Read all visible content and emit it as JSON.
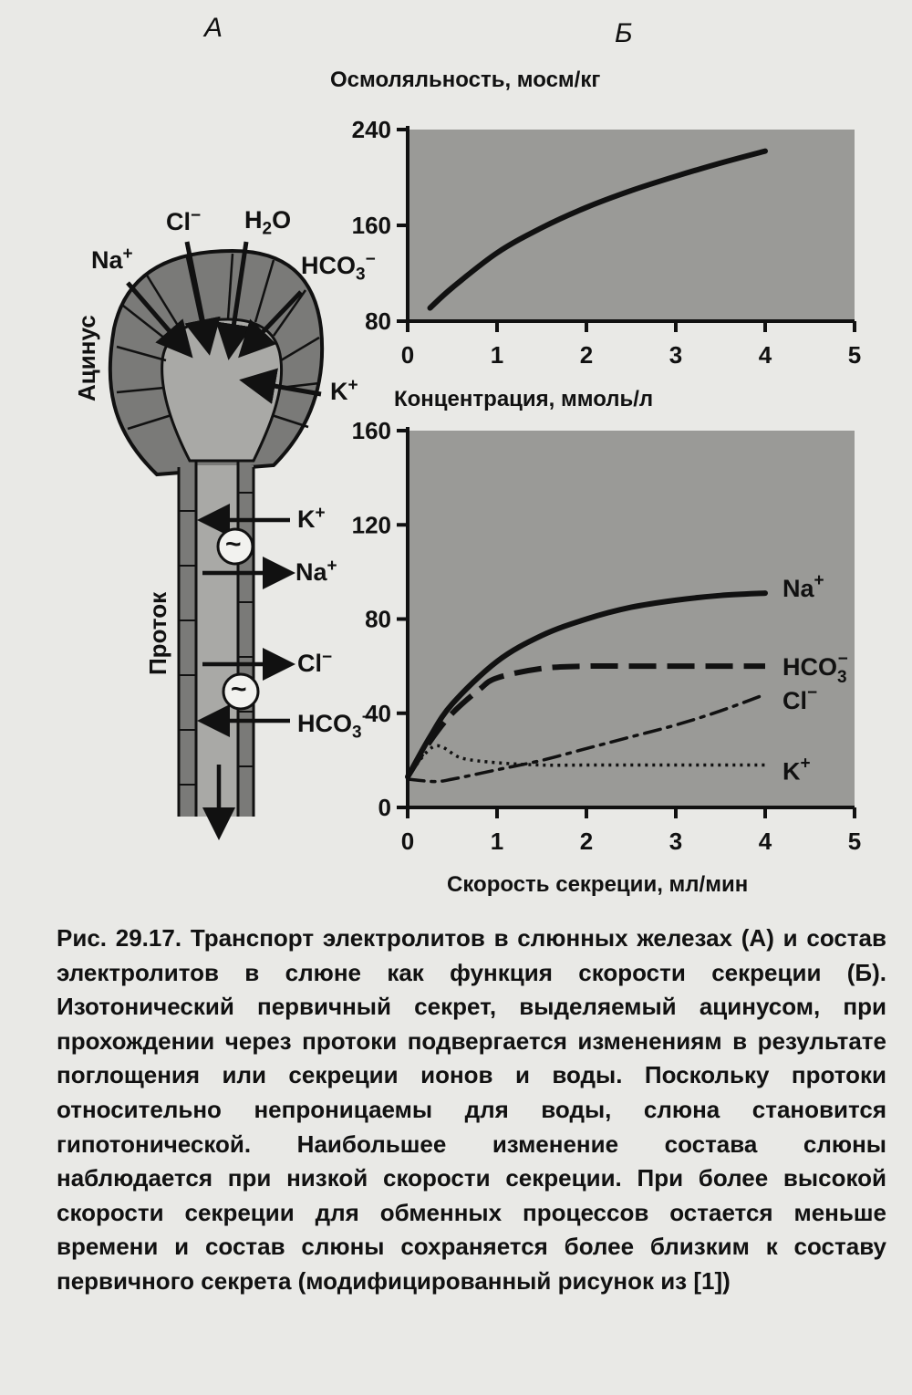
{
  "panels": {
    "a": "А",
    "b": "Б"
  },
  "diagram": {
    "acinus_label": "Ацинус",
    "duct_label": "Проток",
    "ions_acinus": {
      "cl": "Cl",
      "cl_sup": "−",
      "h2o_a": "H",
      "h2o_sub": "2",
      "h2o_b": "O",
      "na": "Na",
      "na_sup": "+",
      "hco3": "HCO",
      "hco3_sub": "3",
      "hco3_sup": "−",
      "k": "K",
      "k_sup": "+"
    },
    "ions_duct": {
      "k": "K",
      "k_sup": "+",
      "na": "Na",
      "na_sup": "+",
      "cl": "Cl",
      "cl_sup": "−",
      "hco3": "HCO",
      "hco3_sub": "3",
      "hco3_sup": "−"
    },
    "pump_symbol": "~"
  },
  "chart_data": [
    {
      "type": "line",
      "title": "Осмоляльность, мосм/кг",
      "xlabel": "",
      "ylabel": "",
      "xlim": [
        0,
        5
      ],
      "ylim": [
        80,
        240
      ],
      "xticks": [
        0,
        1,
        2,
        3,
        4,
        5
      ],
      "yticks": [
        80,
        160,
        240
      ],
      "grid": false,
      "background": "#9a9a97",
      "series": [
        {
          "name": "",
          "style": "solid",
          "x": [
            0.25,
            0.5,
            1.0,
            1.5,
            2.0,
            2.5,
            3.0,
            3.5,
            4.0
          ],
          "y": [
            91,
            108,
            137,
            158,
            175,
            189,
            201,
            212,
            222
          ]
        }
      ]
    },
    {
      "type": "line",
      "title": "Концентрация, ммоль/л",
      "xlabel": "Скорость секреции, мл/мин",
      "ylabel": "",
      "xlim": [
        0,
        5
      ],
      "ylim": [
        0,
        160
      ],
      "xticks": [
        0,
        1,
        2,
        3,
        4,
        5
      ],
      "yticks": [
        0,
        40,
        80,
        120,
        160
      ],
      "grid": false,
      "background": "#9a9a97",
      "legend": "right-end labels",
      "series": [
        {
          "name": "Na",
          "sup": "+",
          "sub": "",
          "style": "solid",
          "x": [
            0,
            0.25,
            0.5,
            1.0,
            1.5,
            2.0,
            2.5,
            3.0,
            3.5,
            4.0
          ],
          "y": [
            13,
            30,
            44,
            62,
            73,
            80,
            85,
            88,
            90,
            91
          ]
        },
        {
          "name": "HCO",
          "sup": "−",
          "sub": "3",
          "style": "dashed",
          "x": [
            0,
            0.25,
            0.5,
            0.8,
            1.0,
            1.5,
            2.0,
            2.5,
            3.0,
            3.5,
            4.0
          ],
          "y": [
            13,
            28,
            40,
            50,
            55,
            59,
            60,
            60,
            60,
            60,
            60
          ]
        },
        {
          "name": "Cl",
          "sup": "−",
          "sub": "",
          "style": "dashdot",
          "x": [
            0,
            0.3,
            0.5,
            1.0,
            1.5,
            2.0,
            2.5,
            3.0,
            3.5,
            4.0
          ],
          "y": [
            12,
            11,
            12,
            16,
            20,
            25,
            30,
            35,
            41,
            48
          ]
        },
        {
          "name": "K",
          "sup": "+",
          "sub": "",
          "style": "dotted",
          "x": [
            0,
            0.3,
            0.6,
            1.0,
            1.5,
            2.0,
            2.5,
            3.0,
            3.5,
            4.0
          ],
          "y": [
            13,
            26,
            21,
            19,
            18,
            18,
            18,
            18,
            18,
            18
          ]
        }
      ]
    }
  ],
  "caption": {
    "figure_number": "Рис. 29.17.",
    "text": "Транспорт электролитов в слюнных железах (А) и состав электролитов в слюне как функция скорости секреции (Б). Изотонический первичный секрет, выделяемый ацинусом, при прохождении через протоки подвергается изменениям в результате поглощения или секреции ионов и воды. Поскольку протоки относительно непроницаемы для воды, слюна становится гипотонической. Наибольшее изменение состава слюны наблюдается при низкой скорости секреции. При более высокой скорости секреции для обменных процессов остается меньше времени и состав слюны сохраняется более близким к составу первичного секрета (модифицированный рисунок из [1])"
  }
}
